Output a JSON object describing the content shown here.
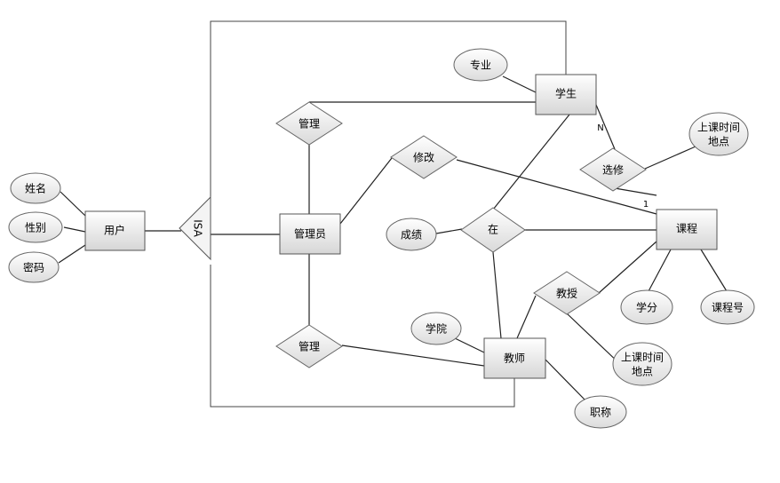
{
  "entities": {
    "user": "用户",
    "student": "学生",
    "admin": "管理员",
    "course": "课程",
    "teacher": "教师"
  },
  "attributes": {
    "name": "姓名",
    "gender": "性别",
    "password": "密码",
    "major": "专业",
    "grade": "成绩",
    "college": "学院",
    "credit": "学分",
    "course_no": "课程号",
    "title": "职称",
    "time_place_1": [
      "上课时间",
      "地点"
    ],
    "time_place_2": [
      "上课时间",
      "地点"
    ]
  },
  "relations": {
    "manage_student": "管理",
    "modify": "修改",
    "in": "在",
    "select": "选修",
    "teach": "教授",
    "manage_teacher": "管理",
    "isa": "ISA"
  },
  "cardinality": {
    "select_student": "N",
    "select_course": "1"
  },
  "colors": {
    "line": "#222222",
    "fill_light": "#ffffff",
    "fill_dark": "#d9d9d9"
  }
}
